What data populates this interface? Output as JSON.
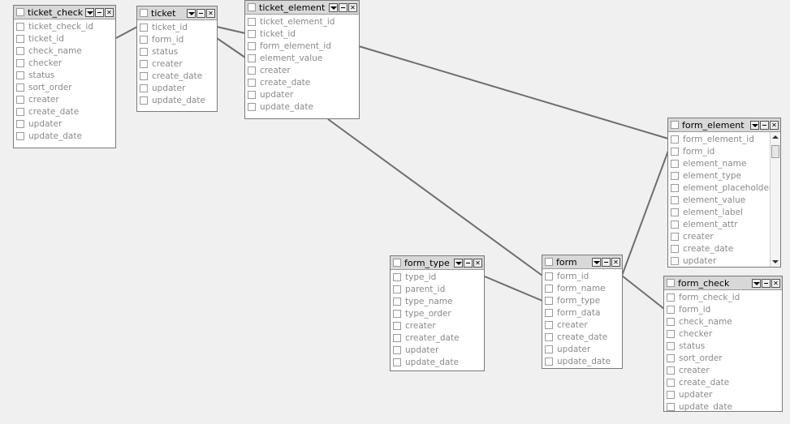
{
  "tables": [
    {
      "id": "ticket_check",
      "name": "ticket_check",
      "fields": [
        "ticket_check_id",
        "ticket_id",
        "check_name",
        "checker",
        "status",
        "sort_order",
        "creater",
        "create_date",
        "updater",
        "update_date"
      ]
    },
    {
      "id": "ticket",
      "name": "ticket",
      "fields": [
        "ticket_id",
        "form_id",
        "status",
        "creater",
        "create_date",
        "updater",
        "update_date"
      ]
    },
    {
      "id": "ticket_element",
      "name": "ticket_element",
      "fields": [
        "ticket_element_id",
        "ticket_id",
        "form_element_id",
        "element_value",
        "creater",
        "create_date",
        "updater",
        "update_date"
      ]
    },
    {
      "id": "form_element",
      "name": "form_element",
      "fields": [
        "form_element_id",
        "form_id",
        "element_name",
        "element_type",
        "element_placeholder",
        "element_value",
        "element_label",
        "element_attr",
        "creater",
        "create_date",
        "updater"
      ]
    },
    {
      "id": "form_type",
      "name": "form_type",
      "fields": [
        "type_id",
        "parent_id",
        "type_name",
        "type_order",
        "creater",
        "creater_date",
        "updater",
        "update_date"
      ]
    },
    {
      "id": "form",
      "name": "form",
      "fields": [
        "form_id",
        "form_name",
        "form_type",
        "form_data",
        "creater",
        "create_date",
        "updater",
        "update_date"
      ]
    },
    {
      "id": "form_check",
      "name": "form_check",
      "fields": [
        "form_check_id",
        "form_id",
        "check_name",
        "checker",
        "status",
        "sort_order",
        "creater",
        "create_date",
        "updater",
        "update_date"
      ]
    }
  ],
  "colors": {
    "background": "#f0f0f0",
    "link_line": "#6e6e6e",
    "header": "#d8d8d8",
    "field_text": "#8a8a8a"
  }
}
